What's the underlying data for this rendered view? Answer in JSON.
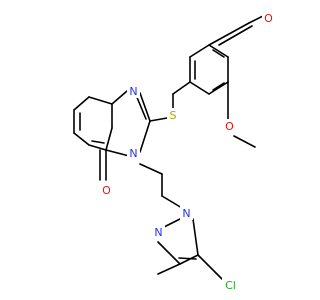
{
  "colors": {
    "bond": "#000000",
    "N": "#2233ee",
    "O": "#ee1111",
    "S": "#b8a000",
    "Cl": "#1fae1f"
  },
  "atoms": [
    {
      "id": "o_ald",
      "element": "O",
      "label": "O"
    },
    {
      "id": "o_meth",
      "element": "O",
      "label": "O"
    },
    {
      "id": "s1",
      "element": "S",
      "label": "S"
    },
    {
      "id": "n1",
      "element": "N",
      "label": "N"
    },
    {
      "id": "n3",
      "element": "N",
      "label": "N"
    },
    {
      "id": "o_keto",
      "element": "O",
      "label": "O"
    },
    {
      "id": "n_pz2",
      "element": "N",
      "label": "N"
    },
    {
      "id": "n_pz1",
      "element": "N",
      "label": "N"
    },
    {
      "id": "cl1",
      "element": "Cl",
      "label": "Cl"
    }
  ]
}
